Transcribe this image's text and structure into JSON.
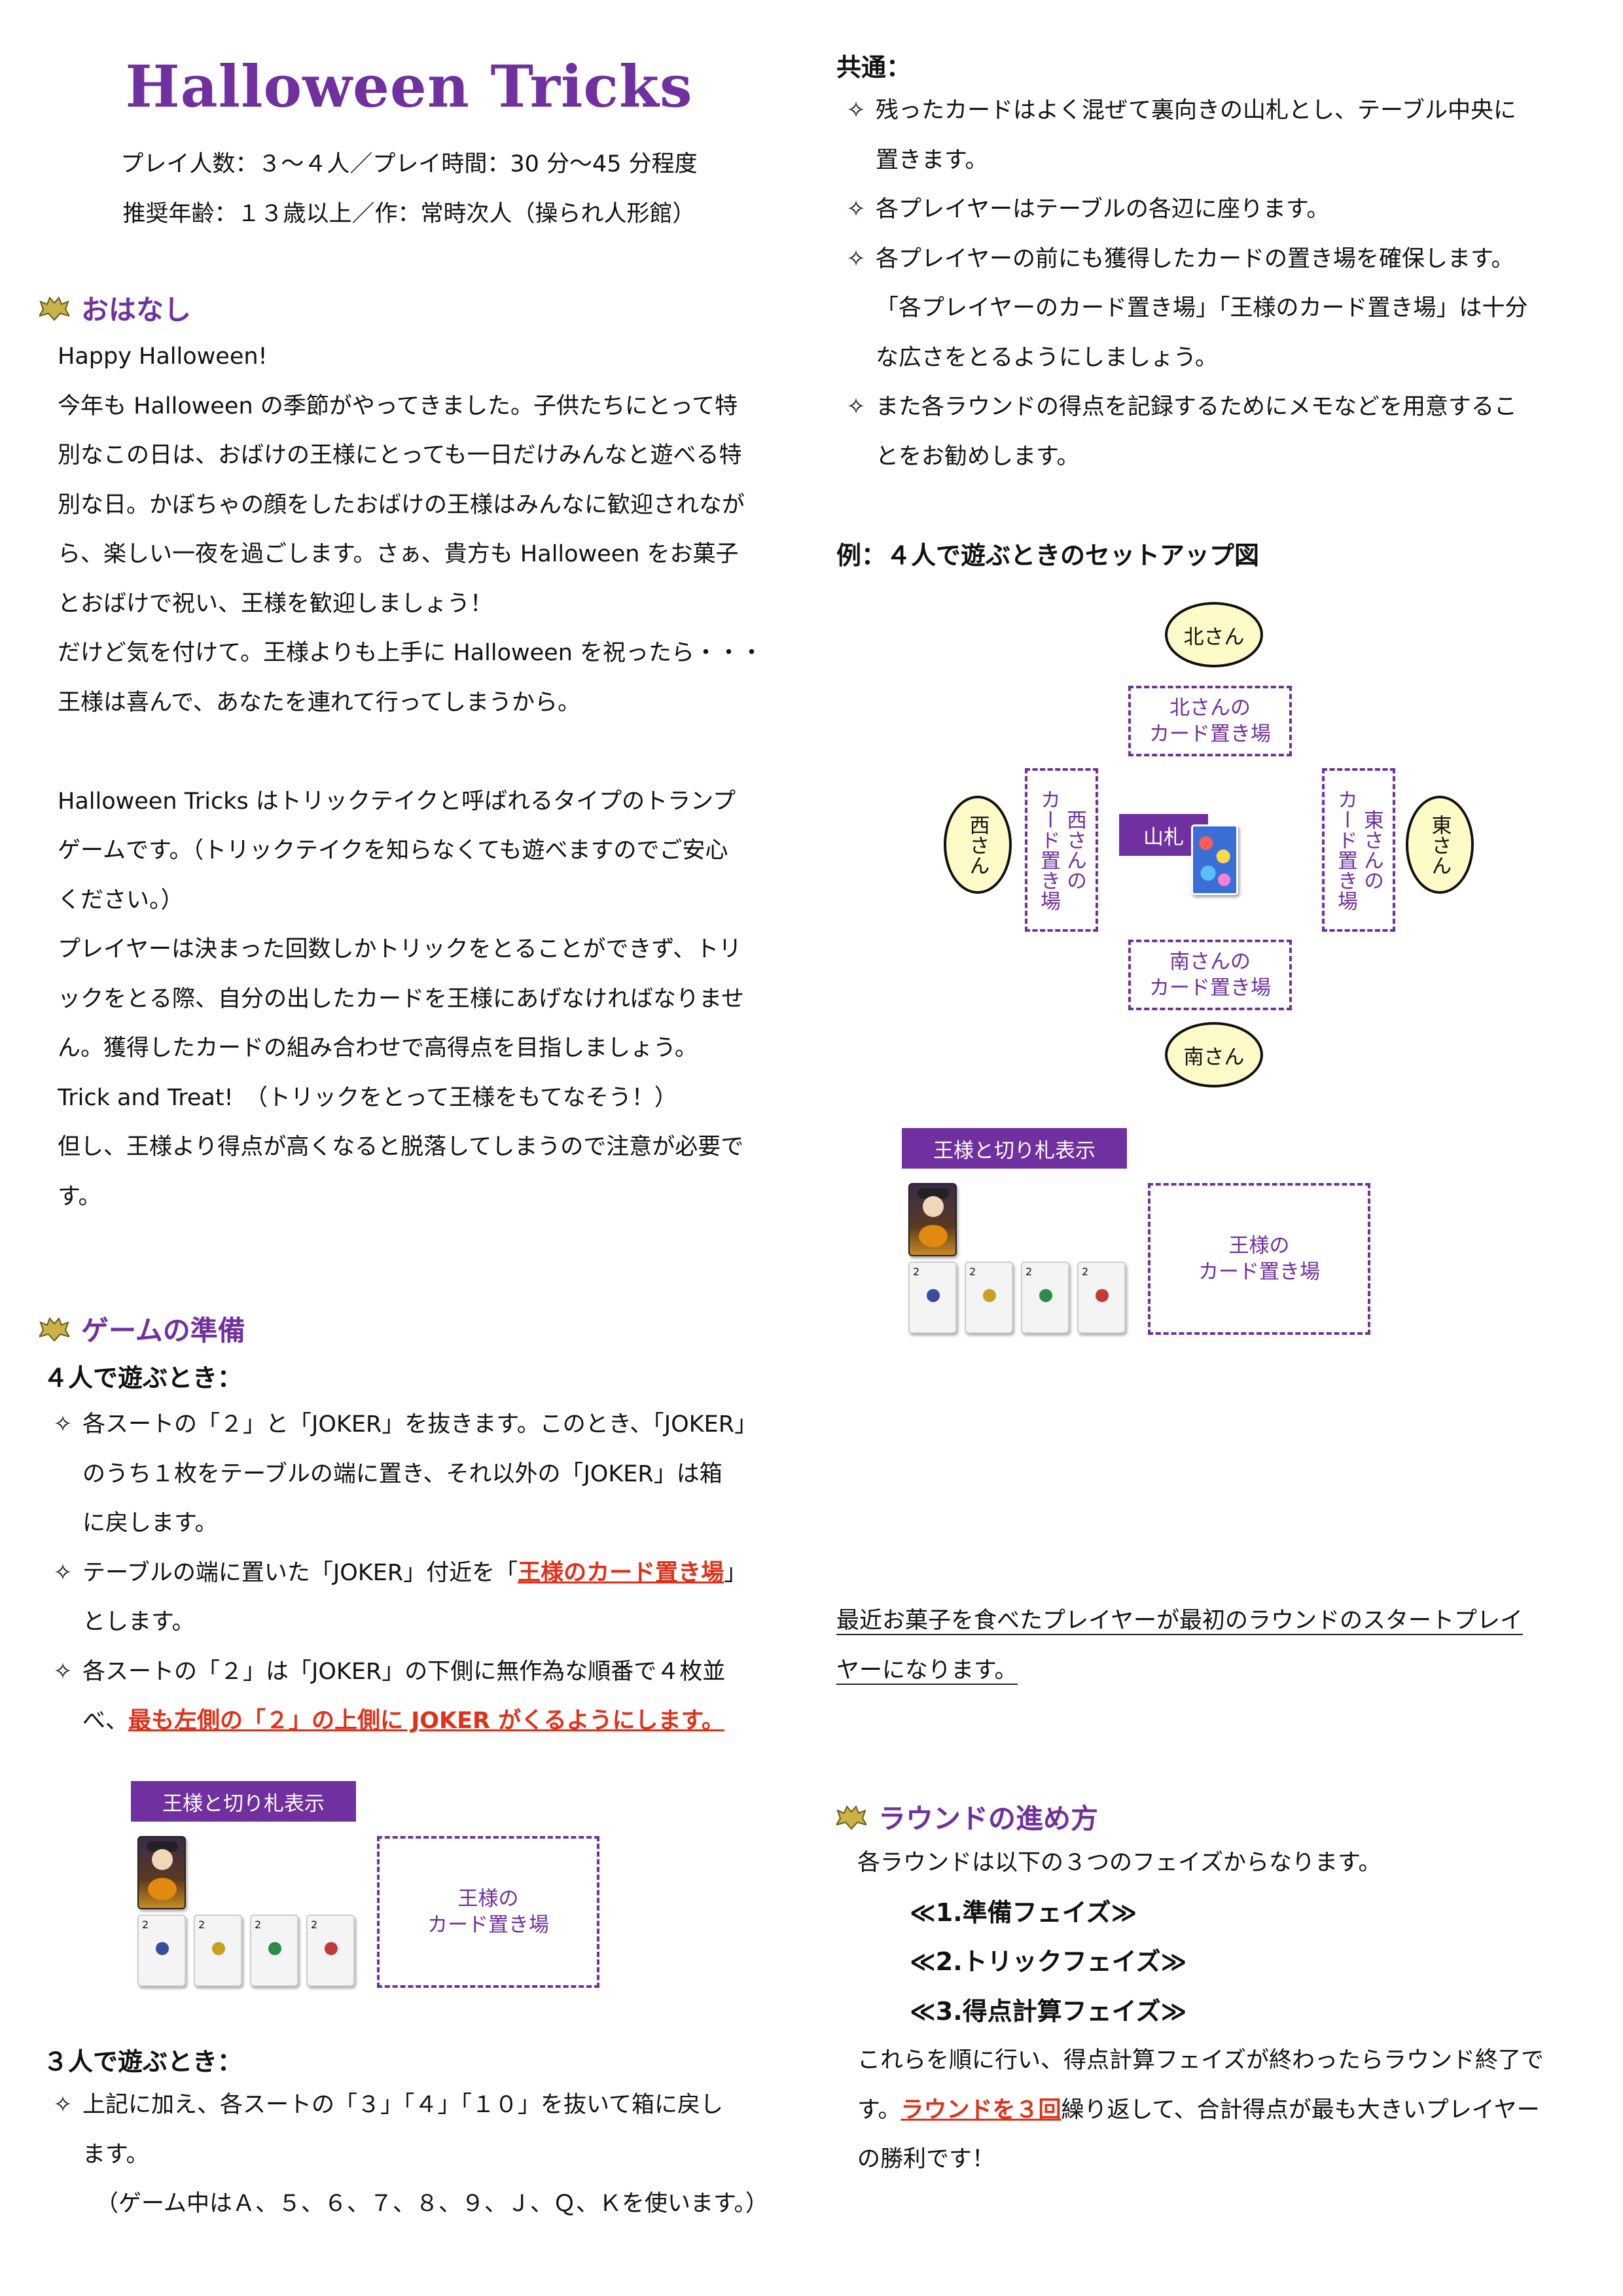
{
  "title": "Halloween Tricks",
  "info_line1": "プレイ人数：３～４人／プレイ時間：30 分～45 分程度",
  "info_line2": "推奨年齢：１３歳以上／作：常時次人（操られ人形館）",
  "ohanashi": {
    "heading": "おはなし",
    "lines": [
      "Happy Halloween!",
      "今年も Halloween の季節がやってきました。子供たちにとって特",
      "別なこの日は、おばけの王様にとっても一日だけみんなと遊べる特",
      "別な日。かぼちゃの顔をしたおばけの王様はみんなに歓迎されなが",
      "ら、楽しい一夜を過ごします。さぁ、貴方も Halloween をお菓子",
      "とおばけで祝い、王様を歓迎しましょう！",
      "だけど気を付けて。王様よりも上手に Halloween を祝ったら・・・",
      "王様は喜んで、あなたを連れて行ってしまうから。",
      "",
      "Halloween Tricks はトリックテイクと呼ばれるタイプのトランプ",
      "ゲームです。（トリックテイクを知らなくても遊べますのでご安心",
      "ください。）",
      "プレイヤーは決まった回数しかトリックをとることができず、トリ",
      "ックをとる際、自分の出したカードを王様にあげなければなりませ",
      "ん。獲得したカードの組み合わせで高得点を目指しましょう。",
      "Trick and Treat!　（トリックをとって王様をもてなそう！）",
      "但し、王様より得点が高くなると脱落してしまうので注意が必要で",
      "す。"
    ]
  },
  "prep": {
    "heading": "ゲームの準備",
    "four_heading": "４人で遊ぶとき：",
    "bullet_mark": "✧",
    "b1_l1": "各スートの「２」と「JOKER」を抜きます。このとき、「JOKER」",
    "b1_l2": "のうち１枚をテーブルの端に置き、それ以外の「JOKER」は箱",
    "b1_l3": "に戻します。",
    "b2_l1_pre": "テーブルの端に置いた「JOKER」付近を「",
    "b2_l1_red": "王様のカード置き場",
    "b2_l1_post": "」",
    "b2_l2": "とします。",
    "b3_l1": "各スートの「２」は「JOKER」の下側に無作為な順番で４枚並",
    "b3_l2_pre": "べ、",
    "b3_l2_red": "最も左側の「２」の上側に JOKER がくるようにします。",
    "three_heading": "３人で遊ぶとき：",
    "b4_l1": "上記に加え、各スートの「３」「４」「１０」を抜いて箱に戻し",
    "b4_l2": "ます。",
    "b4_l3": "（ゲーム中はＡ、５、６、７、８、９、Ｊ、Ｑ、Ｋを使います。）"
  },
  "king_diagram": {
    "tag": "王様と切り札表示",
    "area_line1": "王様の",
    "area_line2": "カード置き場",
    "card_rank": "2"
  },
  "common": {
    "heading": "共通：",
    "c1_l1": "残ったカードはよく混ぜて裏向きの山札とし、テーブル中央に",
    "c1_l2": "置きます。",
    "c2_l1": "各プレイヤーはテーブルの各辺に座ります。",
    "c3_l1": "各プレイヤーの前にも獲得したカードの置き場を確保します。",
    "c3_l2": "「各プレイヤーのカード置き場」「王様のカード置き場」は十分",
    "c3_l3": "な広さをとるようにしましょう。",
    "c4_l1": "また各ラウンドの得点を記録するためにメモなどを用意するこ",
    "c4_l2": "とをお勧めします。"
  },
  "setup": {
    "heading": "例：４人で遊ぶときのセットアップ図",
    "north": "北さん",
    "south": "南さん",
    "east": "東さん",
    "west": "西さん",
    "north_area_l1": "北さんの",
    "north_area_l2": "カード置き場",
    "south_area_l1": "南さんの",
    "south_area_l2": "カード置き場",
    "west_area_l1": "西さんの",
    "west_area_l2": "カード置き場",
    "east_area_l1": "東さんの",
    "east_area_l2": "カード置き場",
    "deck": "山札"
  },
  "start_note": {
    "l1": "最近お菓子を食べたプレイヤーが最初のラウンドのスタートプレイ",
    "l2": "ヤーになります。"
  },
  "round": {
    "heading": "ラウンドの進め方",
    "intro": "各ラウンドは以下の３つのフェイズからなります。",
    "phase1": "≪1.準備フェイズ≫",
    "phase2": "≪2.トリックフェイズ≫",
    "phase3": "≪3.得点計算フェイズ≫",
    "l1": "これらを順に行い、得点計算フェイズが終わったらラウンド終了で",
    "l2_pre": "す。",
    "l2_red": "ラウンドを３回",
    "l2_post": "繰り返して、合計得点が最も大きいプレイヤー",
    "l3": "の勝利です！"
  },
  "colors": {
    "accent": "#7030a0",
    "emphasis": "#e03018",
    "player_fill": "#fffbc8"
  },
  "icons": {
    "section": "bat-icon"
  }
}
